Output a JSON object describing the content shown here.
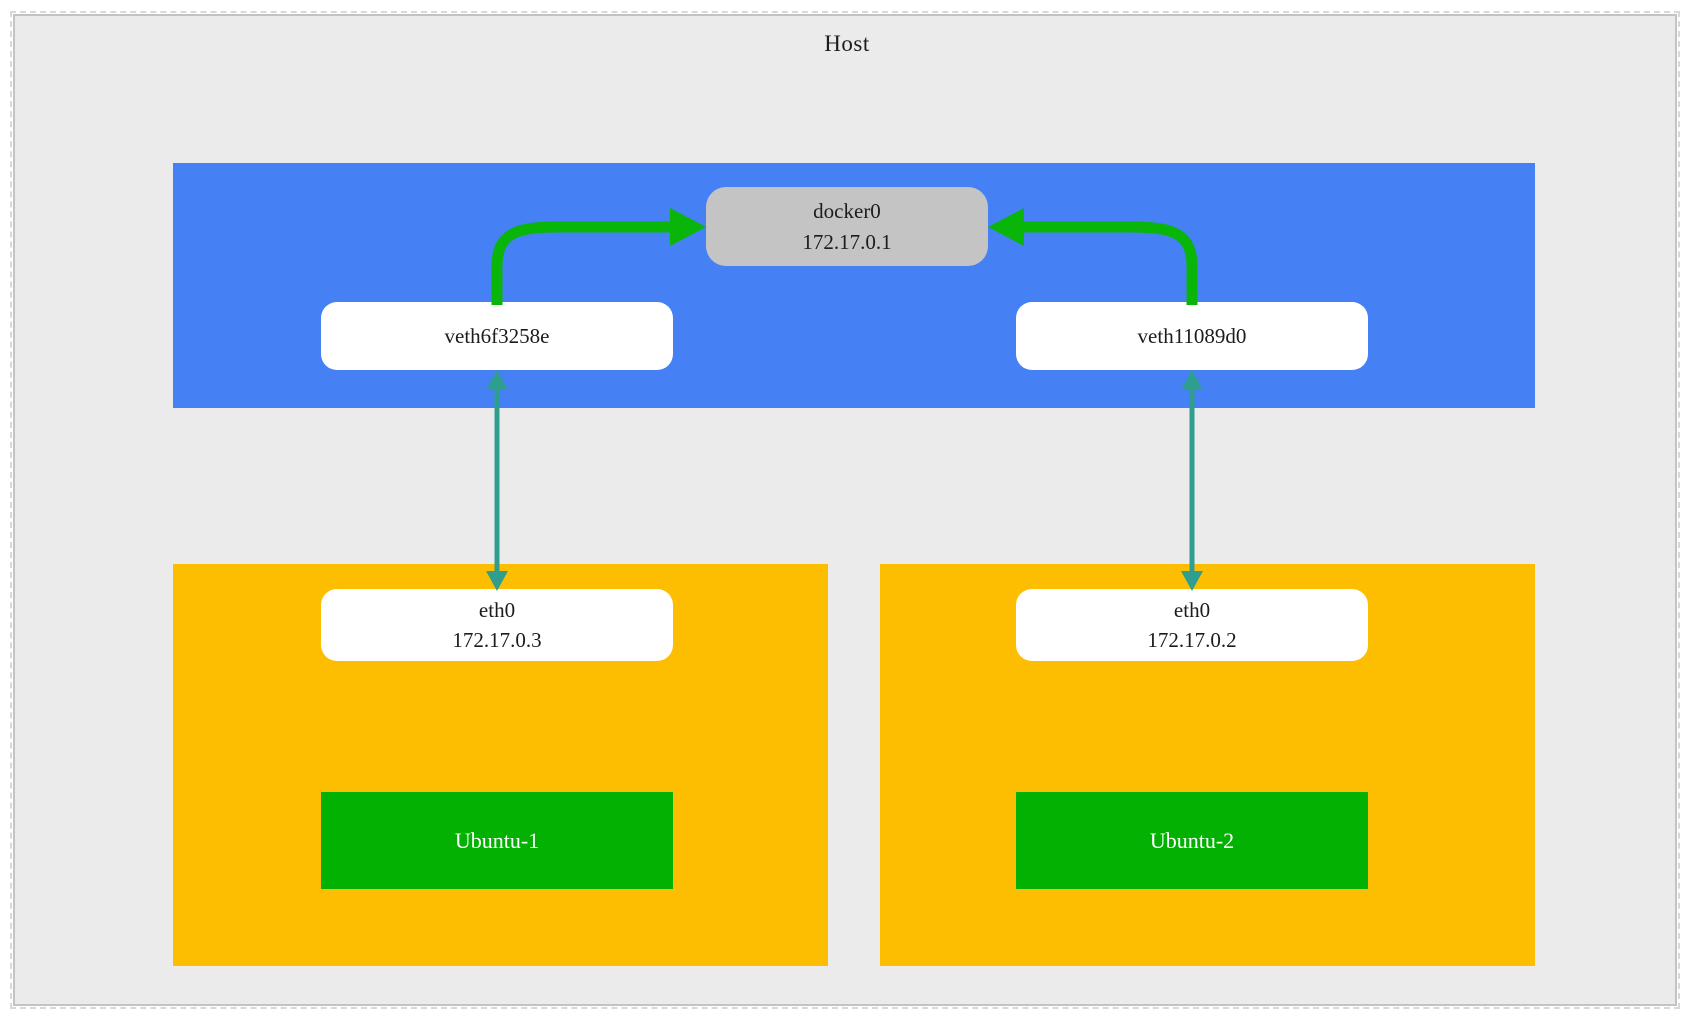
{
  "colors": {
    "canvas-bg": "#ffffff",
    "frame-bg": "#ebebeb",
    "frame-border": "#c3c3c3",
    "frame-dash": "#d8d8d8",
    "bridge-blue": "#4580f5",
    "container-orange": "#fdbe02",
    "node-gray": "#c4c4c4",
    "node-white": "#ffffff",
    "ubuntu-green": "#02b102",
    "arrow-green": "#09b509",
    "arrow-teal": "#2f9e8f",
    "text-dark": "#1c1c1c",
    "text-light": "#ffffff"
  },
  "host": {
    "label": "Host"
  },
  "bridge": {
    "interface": "docker0",
    "ip": "172.17.0.1",
    "veths": [
      {
        "label": "veth6f3258e"
      },
      {
        "label": "veth11089d0"
      }
    ]
  },
  "containers": [
    {
      "name": "Ubuntu-1",
      "interface": "eth0",
      "ip": "172.17.0.3"
    },
    {
      "name": "Ubuntu-2",
      "interface": "eth0",
      "ip": "172.17.0.2"
    }
  ]
}
